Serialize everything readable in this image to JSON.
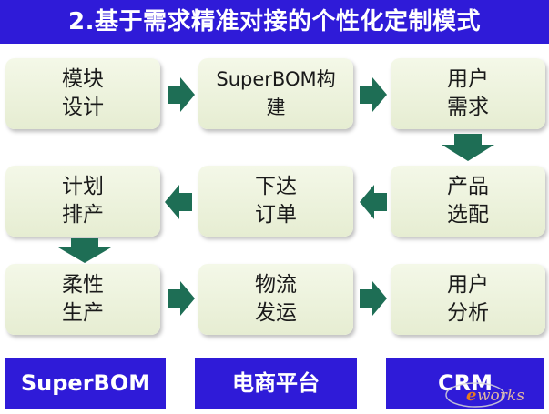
{
  "title": "2.基于需求精准对接的个性化定制模式",
  "boxes": [
    {
      "id": "module-design",
      "label": "模块\n设计"
    },
    {
      "id": "superbom-build",
      "label": "SuperBOM构\n建"
    },
    {
      "id": "user-demand",
      "label": "用户\n需求"
    },
    {
      "id": "product-match",
      "label": "产品\n选配"
    },
    {
      "id": "place-order",
      "label": "下达\n订单"
    },
    {
      "id": "plan-schedule",
      "label": "计划\n排产"
    },
    {
      "id": "flexible-production",
      "label": "柔性\n生产"
    },
    {
      "id": "logistics-delivery",
      "label": "物流\n发运"
    },
    {
      "id": "user-analysis",
      "label": "用户\n分析"
    }
  ],
  "footer": {
    "superbom": "SuperBOM",
    "ecommerce": "电商平台",
    "crm": "CRM"
  },
  "watermark": {
    "text": "works"
  },
  "colors": {
    "title_bg": "#2f1bd8",
    "footer_bg": "#2f1bd8",
    "box_fill": "#eaf0da",
    "arrow": "#1e6e55"
  },
  "icons": {
    "flow_arrow": "block-arrow-icon"
  }
}
